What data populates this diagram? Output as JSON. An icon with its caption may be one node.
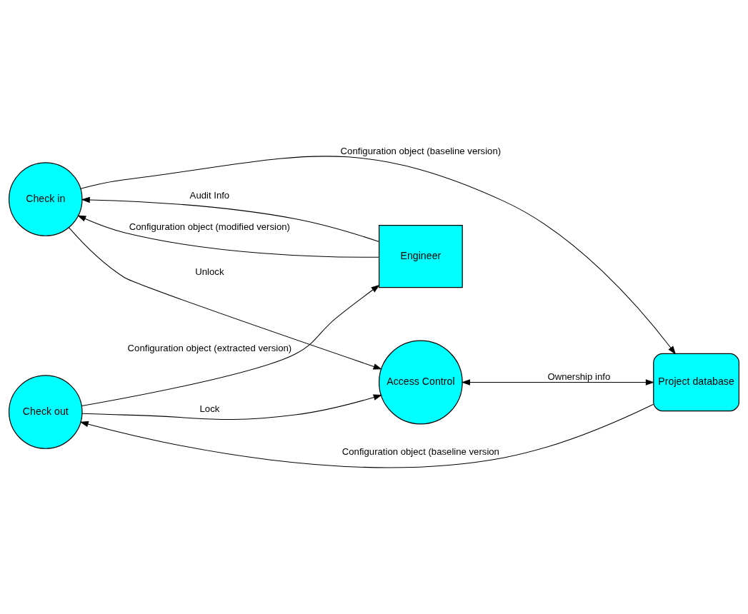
{
  "diagram": {
    "nodes": [
      {
        "text": [
          "Check in"
        ]
      },
      {
        "text": [
          "Engineer"
        ]
      },
      {
        "text": [
          "Access Control"
        ]
      },
      {
        "text": [
          "Project database"
        ]
      },
      {
        "text": [
          "Check out"
        ]
      }
    ],
    "edges": [
      {
        "from": 1,
        "to": 0,
        "arrow": "to",
        "label": "Configuration object (modified version)"
      },
      {
        "from": 1,
        "to": 0,
        "arrow": "to",
        "label": "Audit Info"
      },
      {
        "from": 0,
        "to": 2,
        "arrow": "to",
        "label": "Unlock"
      },
      {
        "from": 0,
        "to": 3,
        "arrow": "to",
        "label": "Configuration object (baseline version)"
      },
      {
        "from": 2,
        "to": 3,
        "arrow": "both",
        "label": "Ownership info"
      },
      {
        "from": 3,
        "to": 4,
        "arrow": "to",
        "label": "Configuration object (baseline version"
      },
      {
        "from": 4,
        "to": 2,
        "arrow": "to",
        "label": "Lock"
      },
      {
        "from": 4,
        "to": 1,
        "arrow": "to",
        "label": "Configuration object (extracted version)"
      }
    ]
  }
}
